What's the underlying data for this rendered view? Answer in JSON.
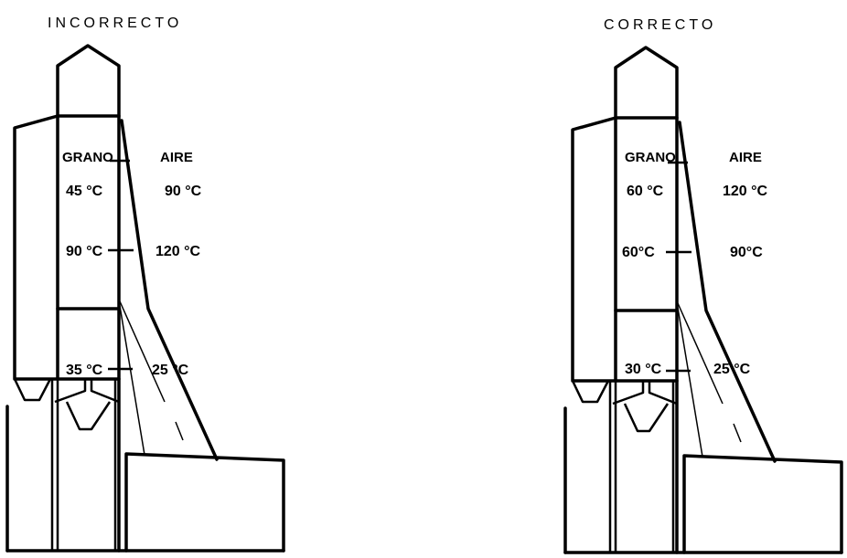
{
  "diagrams": [
    {
      "title": "INCORRECTO",
      "grain_label": "GRANO",
      "air_label": "AIRE",
      "levels": [
        {
          "grain": "45 °C",
          "air": "90 °C"
        },
        {
          "grain": "90 °C",
          "air": "120 °C"
        },
        {
          "grain": "35 °C",
          "air": "25 °C"
        }
      ]
    },
    {
      "title": "CORRECTO",
      "grain_label": "GRANO",
      "air_label": "AIRE",
      "levels": [
        {
          "grain": "60 °C",
          "air": "120 °C"
        },
        {
          "grain": "60°C",
          "air": "90°C"
        },
        {
          "grain": "30 °C",
          "air": "25 °C"
        }
      ]
    }
  ]
}
